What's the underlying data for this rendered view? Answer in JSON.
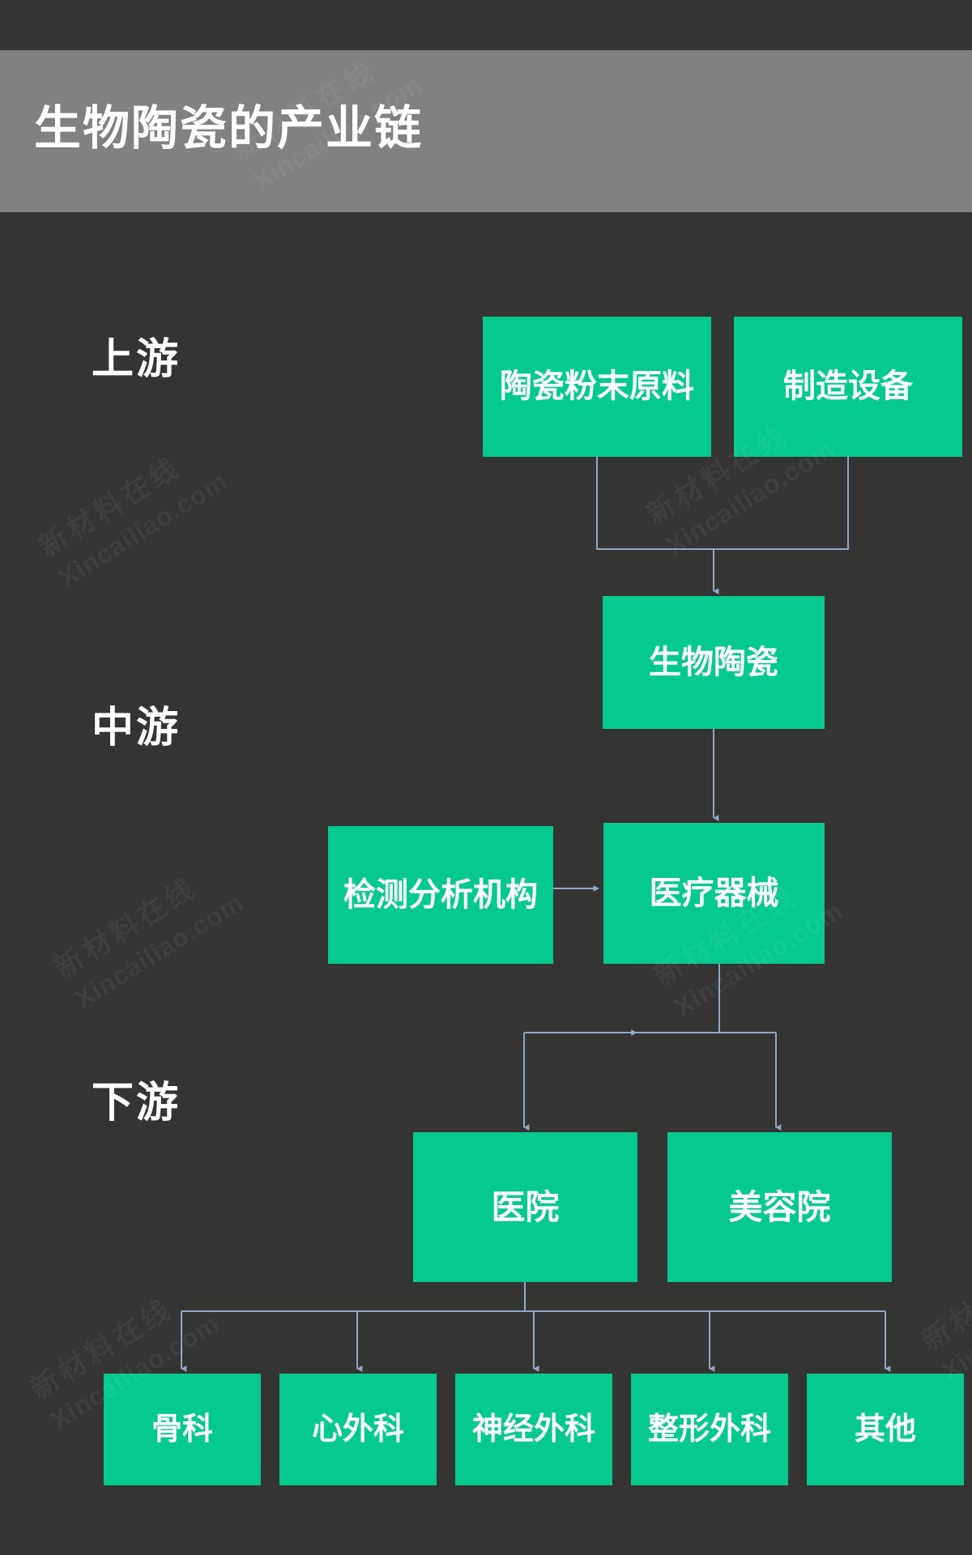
{
  "header": {
    "title": "生物陶瓷的产业链",
    "band_color": "#818181"
  },
  "theme": {
    "background": "#343432",
    "node_fill": "#06C98D",
    "node_text": "#ffffff",
    "connector": "#8FA8C8"
  },
  "tiers": [
    {
      "id": "upstream",
      "label": "上游"
    },
    {
      "id": "midstream",
      "label": "中游"
    },
    {
      "id": "downstream",
      "label": "下游"
    }
  ],
  "nodes": {
    "powder": {
      "label": "陶瓷粉末原料",
      "tier": "upstream"
    },
    "equipment": {
      "label": "制造设备",
      "tier": "upstream"
    },
    "bioceramic": {
      "label": "生物陶瓷",
      "tier": "midstream"
    },
    "testing": {
      "label": "检测分析机构",
      "tier": "midstream"
    },
    "device": {
      "label": "医疗器械",
      "tier": "midstream"
    },
    "hospital": {
      "label": "医院",
      "tier": "downstream"
    },
    "beauty": {
      "label": "美容院",
      "tier": "downstream"
    },
    "ortho": {
      "label": "骨科",
      "tier": "downstream"
    },
    "cardiac": {
      "label": "心外科",
      "tier": "downstream"
    },
    "neuro": {
      "label": "神经外科",
      "tier": "downstream"
    },
    "plastic": {
      "label": "整形外科",
      "tier": "downstream"
    },
    "other": {
      "label": "其他",
      "tier": "downstream"
    }
  },
  "edges": [
    {
      "from": "powder",
      "to": "bioceramic"
    },
    {
      "from": "equipment",
      "to": "bioceramic"
    },
    {
      "from": "bioceramic",
      "to": "device"
    },
    {
      "from": "testing",
      "to": "device"
    },
    {
      "from": "device",
      "to": "hospital"
    },
    {
      "from": "device",
      "to": "beauty"
    },
    {
      "from": "hospital",
      "to": "ortho"
    },
    {
      "from": "hospital",
      "to": "cardiac"
    },
    {
      "from": "hospital",
      "to": "neuro"
    },
    {
      "from": "hospital",
      "to": "plastic"
    },
    {
      "from": "hospital",
      "to": "other"
    }
  ],
  "watermark": {
    "cn": "新材料在线",
    "en": "Xincailiao.com"
  }
}
